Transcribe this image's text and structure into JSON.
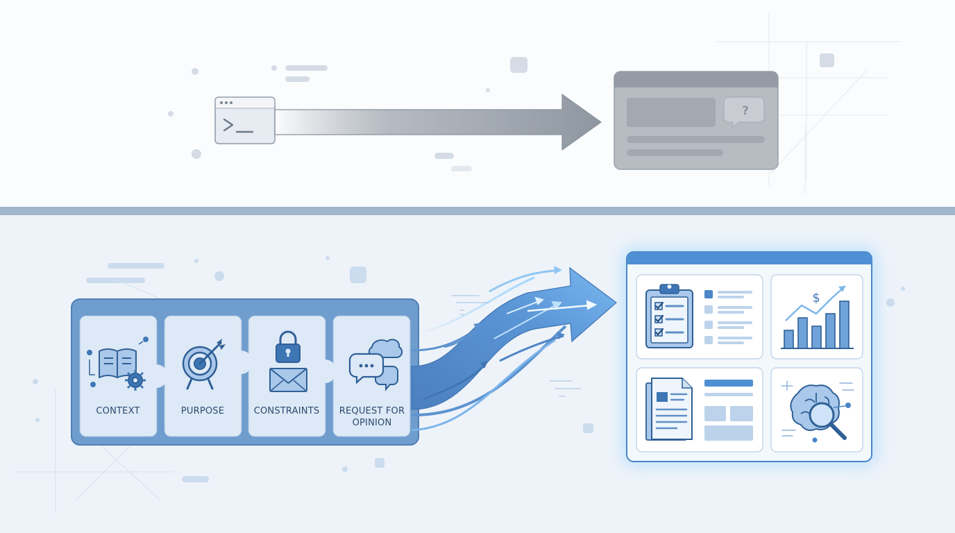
{
  "diagram": {
    "before": {
      "source": {
        "icon": "terminal-icon",
        "prompt_text": ">_"
      },
      "result": {
        "icon": "question-bubble-icon",
        "mark": "?"
      }
    },
    "after": {
      "blocks": [
        {
          "icon": "book-gear-icon",
          "label": "CONTEXT"
        },
        {
          "icon": "target-icon",
          "label": "PURPOSE"
        },
        {
          "icon": "lock-envelope-icon",
          "label": "CONSTRAINTS"
        },
        {
          "icon": "chat-bubbles-icon",
          "label": "REQUEST FOR\nOPINION"
        }
      ],
      "result_tiles": [
        {
          "icon": "clipboard-checklist-icon"
        },
        {
          "icon": "bar-chart-dollar-icon",
          "mark": "$"
        },
        {
          "icon": "document-layout-icon"
        },
        {
          "icon": "brain-magnifier-icon"
        }
      ]
    },
    "colors": {
      "gray_arrow": "#8e96a0",
      "blue_accent": "#4a86c8",
      "panel_border": "#5b8cc0",
      "highlight": "#7fc3f5"
    }
  }
}
